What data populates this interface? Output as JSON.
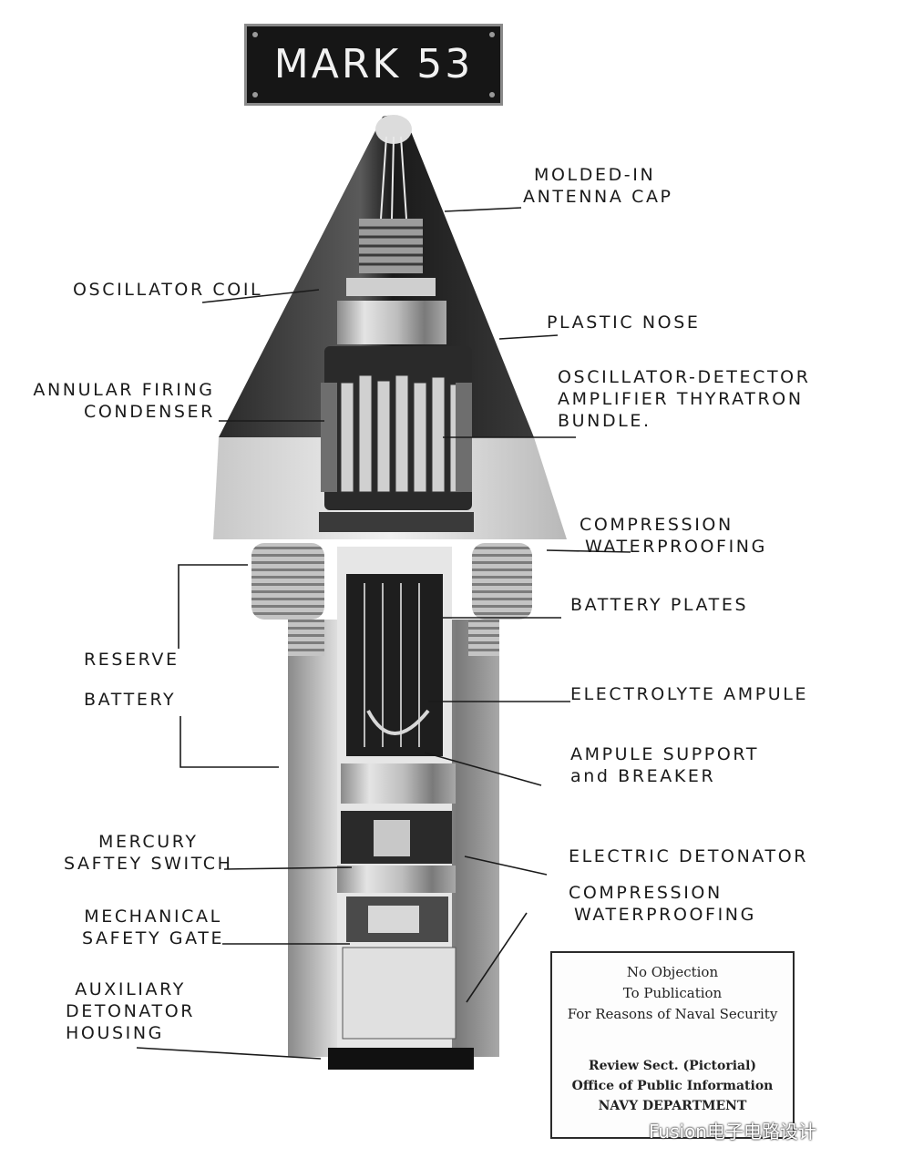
{
  "title": "MARK 53",
  "labels_right": {
    "antenna_cap": [
      "MOLDED-IN",
      "ANTENNA CAP"
    ],
    "plastic_nose": [
      "PLASTIC NOSE"
    ],
    "oscillator_bundle": [
      "OSCILLATOR-DETECTOR",
      "AMPLIFIER THYRATRON",
      "BUNDLE."
    ],
    "compression_waterproofing_top": [
      "COMPRESSION",
      "WATERPROOFING"
    ],
    "battery_plates": [
      "BATTERY PLATES"
    ],
    "electrolyte_ampule": [
      "ELECTROLYTE AMPULE"
    ],
    "ampule_support": [
      "AMPULE SUPPORT",
      "and BREAKER"
    ],
    "electric_detonator": [
      "ELECTRIC DETONATOR"
    ],
    "compression_waterproofing_bottom": [
      "COMPRESSION",
      "WATERPROOFING"
    ]
  },
  "labels_left": {
    "oscillator_coil": [
      "OSCILLATOR COIL"
    ],
    "annular_firing_condenser": [
      "ANNULAR FIRING",
      "CONDENSER"
    ],
    "reserve_battery": [
      "RESERVE",
      "BATTERY"
    ],
    "mercury_switch": [
      "MERCURY",
      "SAFTEY SWITCH"
    ],
    "mechanical_gate": [
      "MECHANICAL",
      "SAFETY GATE"
    ],
    "auxiliary_housing": [
      "AUXILIARY",
      "DETONATOR",
      "HOUSING"
    ]
  },
  "stamp": {
    "lines_top": [
      "No Objection",
      "To Publication",
      "For Reasons of Naval Security"
    ],
    "lines_bottom": [
      "Review Sect. (Pictorial)",
      "Office of Public Information",
      "NAVY DEPARTMENT"
    ]
  },
  "watermark": "Fusion电子电路设计",
  "colors": {
    "ink": "#1a1a1a",
    "metal_light": "#d8d8d8",
    "metal_dark": "#6e6e6e",
    "nose_dark": "#1c1c1c"
  }
}
